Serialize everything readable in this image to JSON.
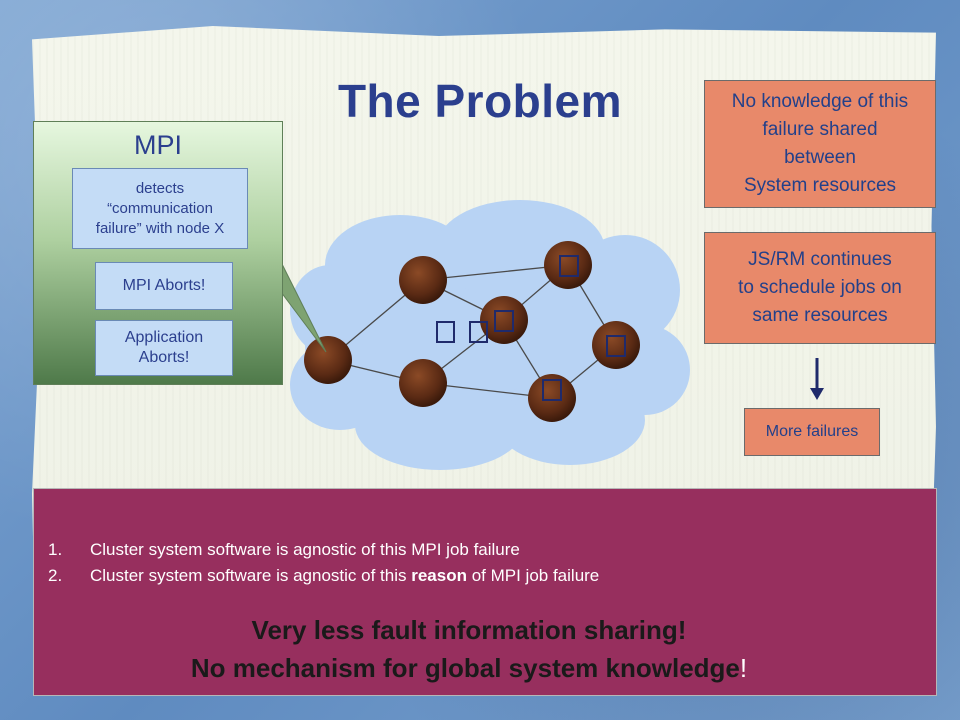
{
  "slide": {
    "title": "The Problem",
    "mpi_box": {
      "label": "MPI",
      "detects_lines": [
        "detects",
        "“communication",
        "failure” with node X"
      ],
      "mpi_aborts": "MPI Aborts!",
      "app_aborts_lines": [
        "Application",
        "Aborts!"
      ]
    },
    "right_boxes": {
      "no_knowledge_lines": [
        "No knowledge of this",
        "failure shared",
        "between",
        "System resources"
      ],
      "jsrm_lines": [
        "JS/RM continues",
        "to schedule jobs on",
        "same resources"
      ],
      "more_failures": "More failures"
    },
    "bottom": {
      "items": [
        {
          "num": "1.",
          "text": "Cluster system software is agnostic of this MPI job failure"
        },
        {
          "num": "2.",
          "pre": "Cluster system software is agnostic of this ",
          "bold": "reason",
          "post": " of MPI job failure"
        }
      ],
      "line1": "Very less fault information sharing!",
      "line2_main": "No mechanism for global system knowledge",
      "line2_end": "!"
    },
    "colors": {
      "title": "#2b3f8e",
      "orange_box": "#e8896a",
      "bottom_panel": "#972f5e",
      "cloud": "#b8d3f4",
      "node": "#5a2a14"
    }
  }
}
